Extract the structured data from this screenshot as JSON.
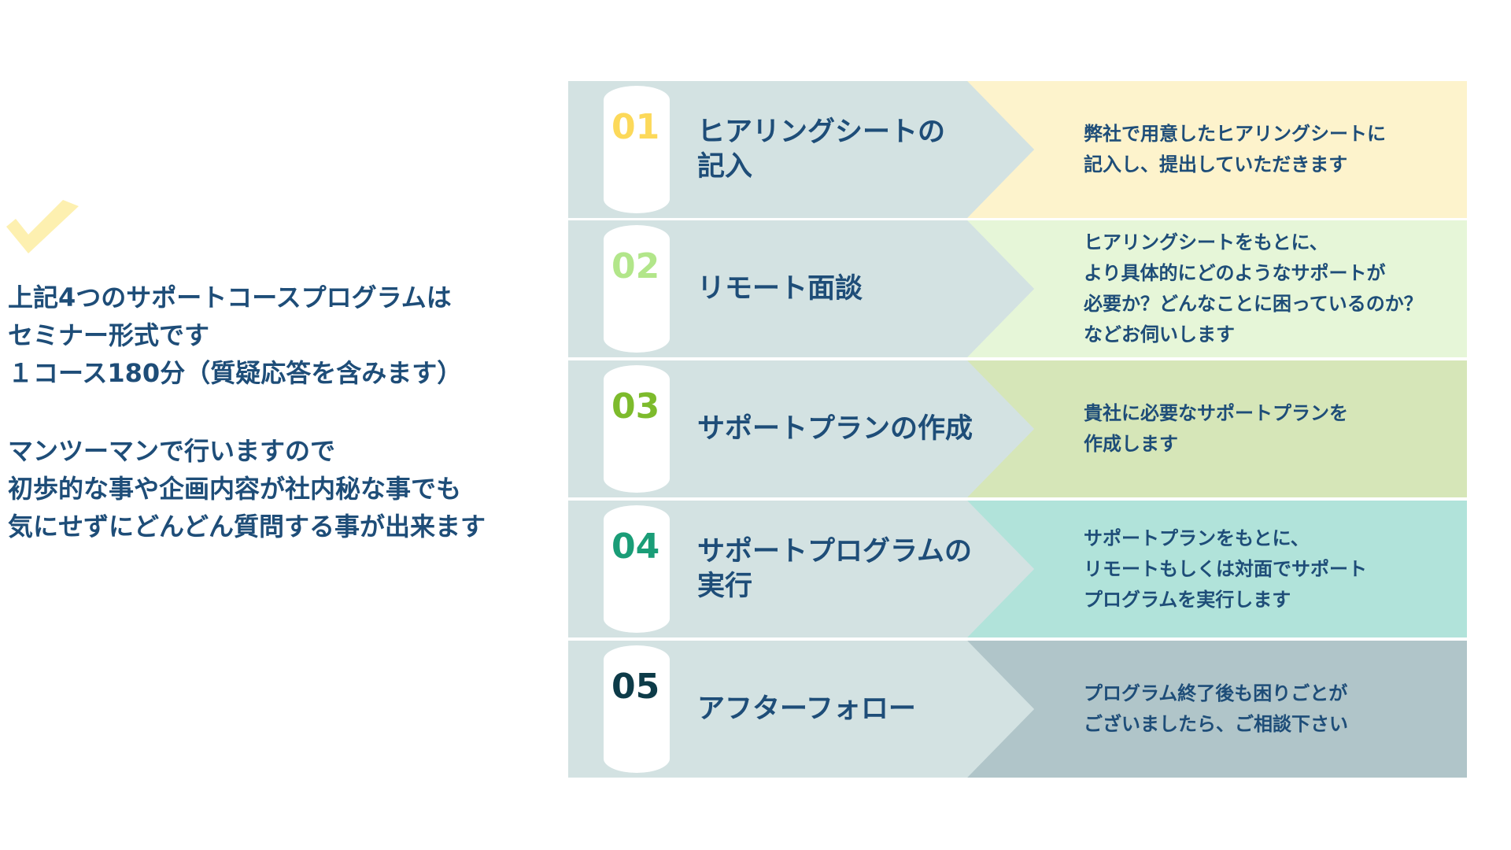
{
  "intro": {
    "lines_block1": [
      "上記4つのサポートコースプログラムは",
      "セミナー形式です",
      "１コース180分（質疑応答を含みます）"
    ],
    "lines_block2": [
      "マンツーマンで行いますので",
      "初歩的な事や企画内容が社内秘な事でも",
      "気にせずにどんどん質問する事が出来ます"
    ],
    "check_icon_color": "#fdf0b0"
  },
  "steps": [
    {
      "num": "01",
      "title": "ヒアリングシートの\n記入",
      "desc": "弊社で用意したヒアリングシートに\n記入し、提出していただきます",
      "num_color": "#fcd95a",
      "desc_bg": "#fdf3cc"
    },
    {
      "num": "02",
      "title": "リモート面談",
      "desc": "ヒアリングシートをもとに、\nより具体的にどのようなサポートが\n必要か？どんなことに困っているのか？\nなどお伺いします",
      "num_color": "#b2e68a",
      "desc_bg": "#e6f6d8"
    },
    {
      "num": "03",
      "title": "サポートプランの作成",
      "desc": "貴社に必要なサポートプランを\n作成します",
      "num_color": "#7dbb2c",
      "desc_bg": "#d6e6b8"
    },
    {
      "num": "04",
      "title": "サポートプログラムの\n実行",
      "desc": "サポートプランをもとに、\nリモートもしくは対面でサポート\nプログラムを実行します",
      "num_color": "#1a9d77",
      "desc_bg": "#b1e3da"
    },
    {
      "num": "05",
      "title": "アフターフォロー",
      "desc": "プログラム終了後も困りごとが\nございましたら、ご相談下さい",
      "num_color": "#0d3b48",
      "desc_bg": "#b0c5c9"
    }
  ]
}
